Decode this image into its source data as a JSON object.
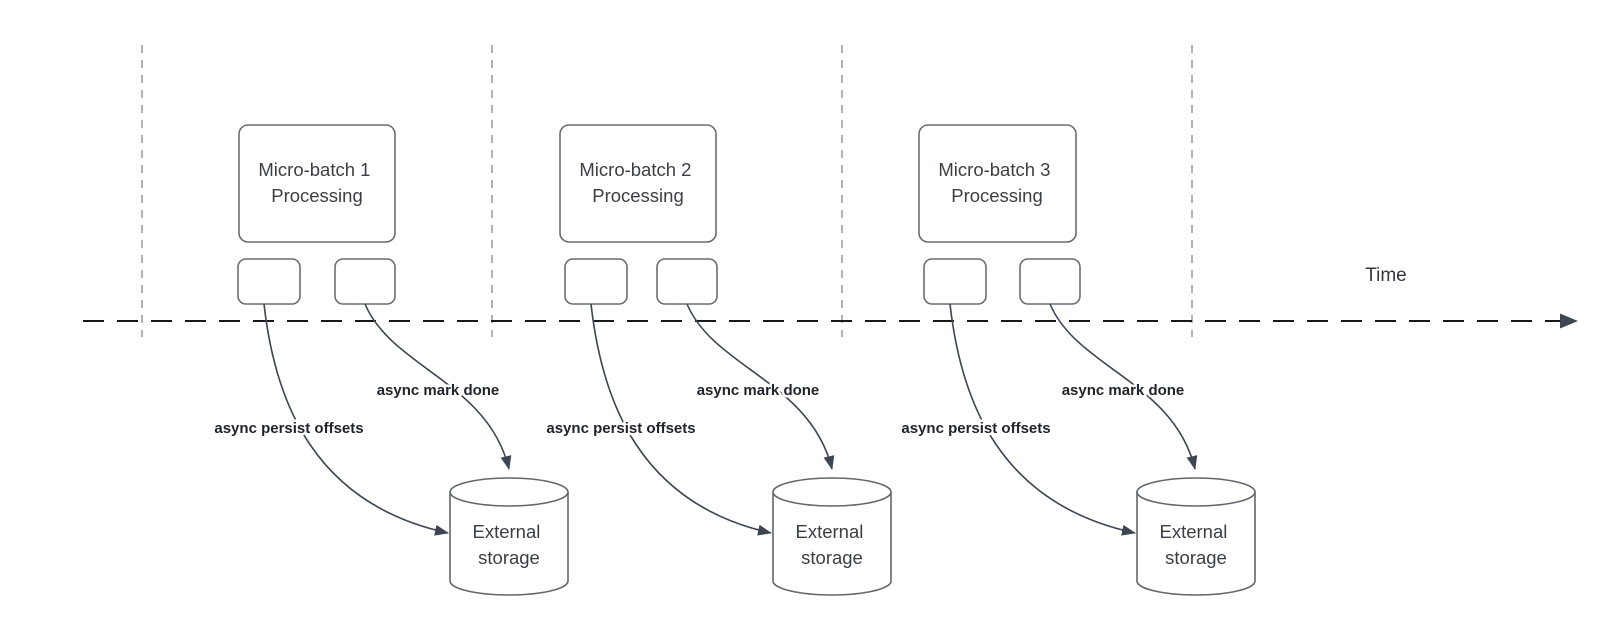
{
  "diagram": {
    "time_axis_label": "Time",
    "sections": [
      {
        "box_title_line1": "Micro-batch 1",
        "box_title_line2": "Processing",
        "persist_label": "async persist offsets",
        "mark_done_label": "async mark done",
        "storage_line1": "External",
        "storage_line2": "storage"
      },
      {
        "box_title_line1": "Micro-batch 2",
        "box_title_line2": "Processing",
        "persist_label": "async persist offsets",
        "mark_done_label": "async mark done",
        "storage_line1": "External",
        "storage_line2": "storage"
      },
      {
        "box_title_line1": "Micro-batch 3",
        "box_title_line2": "Processing",
        "persist_label": "async persist offsets",
        "mark_done_label": "async mark done",
        "storage_line1": "External",
        "storage_line2": "storage"
      }
    ],
    "colors": {
      "background": "#ffffff",
      "box_border": "#6a6d70",
      "box_text": "#3a3f45",
      "arrow": "#3e4553",
      "flow_label_text": "#20242c",
      "time_axis": "#17181a",
      "guide_line": "#a6a6a6"
    }
  }
}
